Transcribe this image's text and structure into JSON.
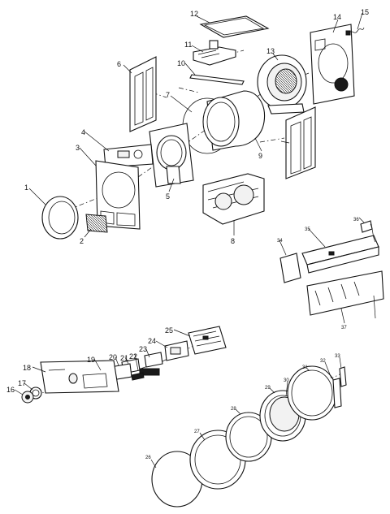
{
  "labels": {
    "p1": "1",
    "p2": "2",
    "p3": "3",
    "p4": "4",
    "p5": "5",
    "p6": "6",
    "p7": "7",
    "p8": "8",
    "p9": "9",
    "p10": "10",
    "p11": "11",
    "p12": "12",
    "p13": "13",
    "p14": "14",
    "p15": "15",
    "p16": "16",
    "p17": "17",
    "p18": "18",
    "p19": "19",
    "p20": "20",
    "p21": "21",
    "p22": "22",
    "p23": "23",
    "p24": "24",
    "p25": "25",
    "p26": "26",
    "p27": "27",
    "p28": "28",
    "p29": "29",
    "p30": "30",
    "p31": "31",
    "p32": "32",
    "p33": "33",
    "p34": "34",
    "p35": "35",
    "p36": "36",
    "p37": "37"
  }
}
